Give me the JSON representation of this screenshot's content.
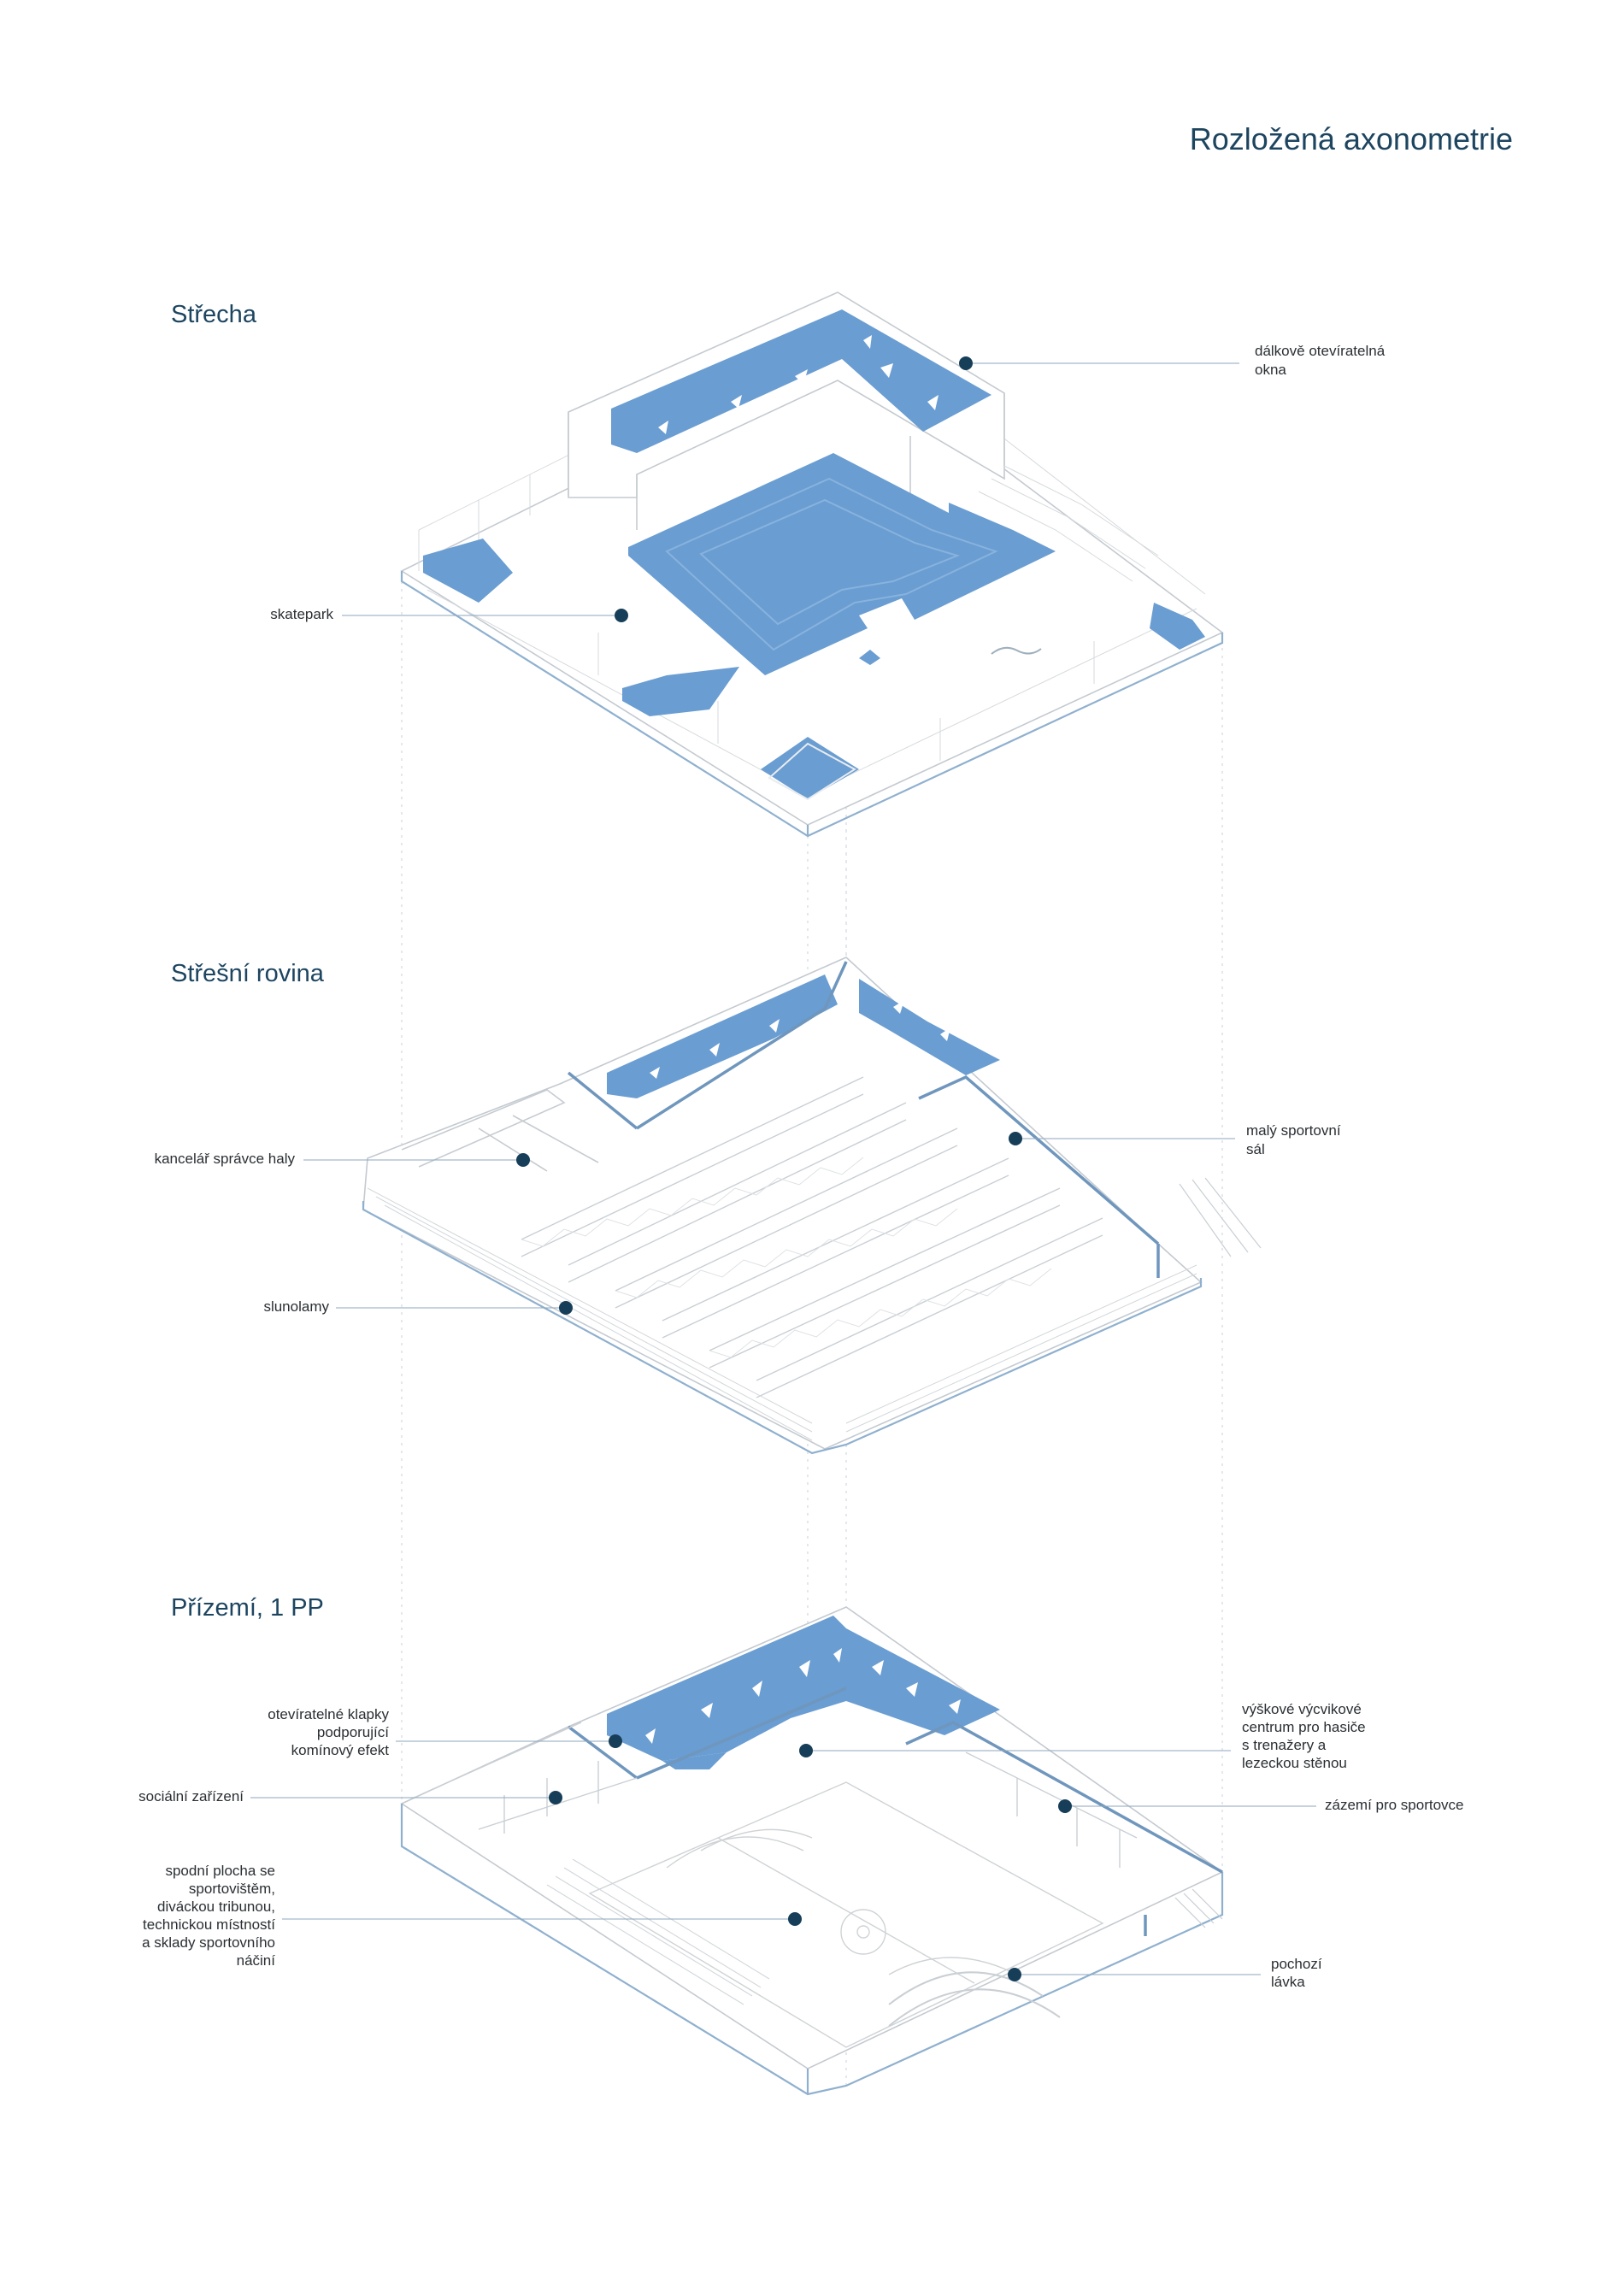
{
  "title": "Rozložená axonometrie",
  "sections": {
    "roof": {
      "heading": "Střecha",
      "labels": {
        "windows": [
          "dálkově otevíratelná",
          "okna"
        ],
        "skatepark": [
          "skatepark"
        ]
      }
    },
    "roof_plane": {
      "heading": "Střešní rovina",
      "labels": {
        "office": [
          "kancelář správce haly"
        ],
        "small_hall": [
          "malý sportovní",
          "sál"
        ],
        "louvres": [
          "slunolamy"
        ]
      }
    },
    "ground": {
      "heading": "Přízemí, 1 PP",
      "labels": {
        "flaps": [
          "otevíratelné klapky",
          "podporující",
          "komínový efekt"
        ],
        "sanitary": [
          "sociální zařízení"
        ],
        "lower_area": [
          "spodní plocha se",
          "sportovištěm,",
          "diváckou tribunou,",
          "technickou místností",
          "a sklady sportovního",
          "náčiní"
        ],
        "training": [
          "výškové výcvikové",
          "centrum pro hasiče",
          "s trenažery a",
          "lezeckou stěnou"
        ],
        "athletes": [
          "zázemí pro sportovce"
        ],
        "walkway": [
          "pochozí",
          "lávka"
        ]
      }
    }
  },
  "colors": {
    "accent_blue": "#6a9dd2",
    "text_dark": "#1d4560",
    "marker": "#173e59",
    "line_grey": "#c6ccd1"
  }
}
